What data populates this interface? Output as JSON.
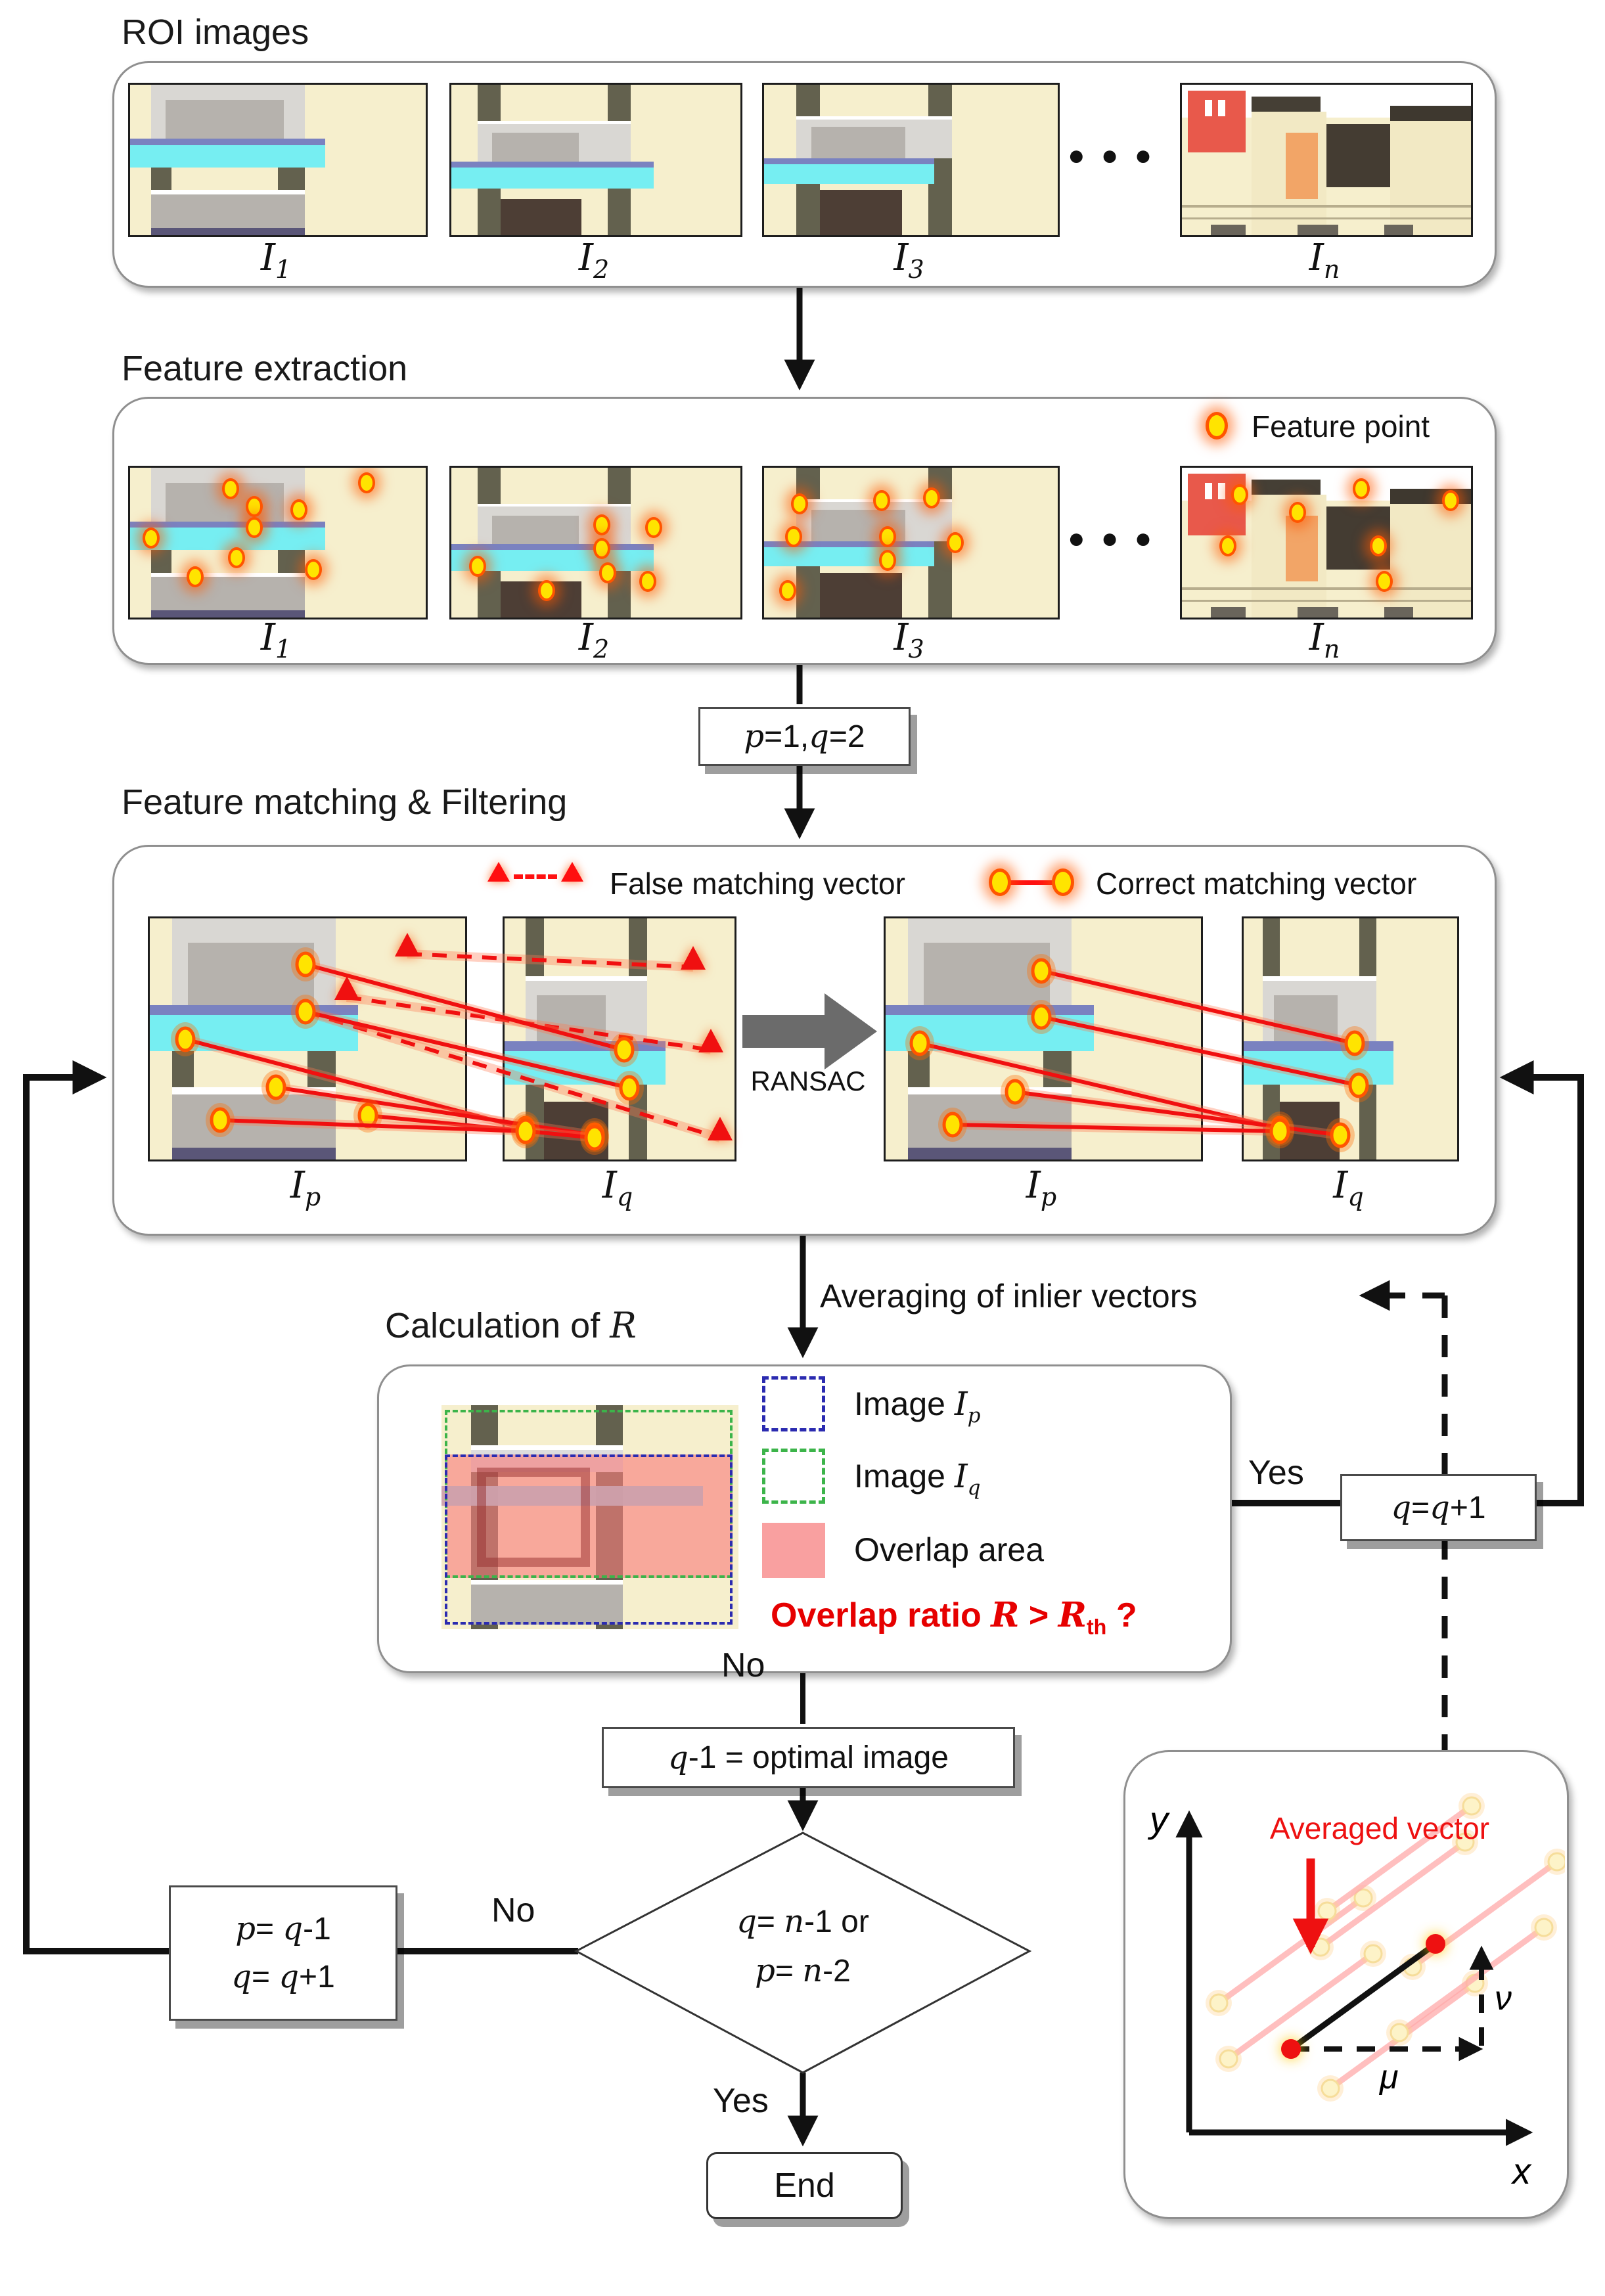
{
  "roi_section": {
    "title": "ROI images",
    "ellipsis": "● ● ●",
    "images": [
      {
        "label": "I_1",
        "variant": "b1"
      },
      {
        "label": "I_2",
        "variant": "b2"
      },
      {
        "label": "I_3",
        "variant": "b3"
      },
      {
        "label": "I_n",
        "variant": "roof"
      }
    ]
  },
  "feature_extraction": {
    "title": "Feature extraction",
    "ellipsis": "● ● ●",
    "legend_label": "Feature point",
    "images": [
      {
        "label": "I_1",
        "variant": "b1",
        "points": [
          [
            34,
            14
          ],
          [
            42,
            26
          ],
          [
            42,
            40
          ],
          [
            57,
            28
          ],
          [
            80,
            10
          ],
          [
            7,
            47
          ],
          [
            36,
            60
          ],
          [
            22,
            73
          ],
          [
            62,
            68
          ]
        ]
      },
      {
        "label": "I_2",
        "variant": "b2",
        "points": [
          [
            52,
            38
          ],
          [
            52,
            54
          ],
          [
            54,
            70
          ],
          [
            9,
            66
          ],
          [
            33,
            82
          ],
          [
            70,
            40
          ],
          [
            68,
            76
          ]
        ]
      },
      {
        "label": "I_3",
        "variant": "b3",
        "points": [
          [
            12,
            24
          ],
          [
            40,
            22
          ],
          [
            57,
            20
          ],
          [
            10,
            46
          ],
          [
            42,
            46
          ],
          [
            42,
            62
          ],
          [
            8,
            82
          ],
          [
            65,
            50
          ]
        ]
      },
      {
        "label": "I_n",
        "variant": "roof",
        "points": [
          [
            20,
            18
          ],
          [
            40,
            30
          ],
          [
            62,
            14
          ],
          [
            93,
            22
          ],
          [
            16,
            52
          ],
          [
            68,
            52
          ],
          [
            70,
            76
          ]
        ]
      }
    ]
  },
  "p_init_box": {
    "label": "p=1, q=2"
  },
  "feature_matching": {
    "title": "Feature matching & Filtering",
    "legend_false": "False matching vector",
    "legend_correct": "Correct matching vector",
    "ransac_label": "RANSAC",
    "images": [
      {
        "label": "I_p",
        "variant": "b1"
      },
      {
        "label": "I_q",
        "variant": "b2"
      },
      {
        "label": "I_p",
        "variant": "b1"
      },
      {
        "label": "I_q",
        "variant": "b2"
      }
    ],
    "left_solid_lines": [
      [
        465,
        1468,
        950,
        1598
      ],
      [
        465,
        1540,
        958,
        1656
      ],
      [
        282,
        1582,
        800,
        1718
      ],
      [
        420,
        1655,
        905,
        1728
      ],
      [
        560,
        1698,
        905,
        1732
      ],
      [
        335,
        1705,
        800,
        1722
      ]
    ],
    "left_dashed_lines": [
      [
        620,
        1452,
        1055,
        1472
      ],
      [
        528,
        1518,
        1082,
        1598
      ],
      [
        465,
        1540,
        1096,
        1732
      ]
    ],
    "left_triangles": [
      [
        620,
        1442
      ],
      [
        528,
        1508
      ],
      [
        1055,
        1462
      ],
      [
        1082,
        1588
      ],
      [
        1096,
        1722
      ]
    ],
    "right_solid_lines": [
      [
        1585,
        1478,
        2062,
        1588
      ],
      [
        1585,
        1548,
        2068,
        1652
      ],
      [
        1400,
        1588,
        1948,
        1718
      ],
      [
        1545,
        1662,
        2040,
        1728
      ],
      [
        1450,
        1712,
        1948,
        1722
      ]
    ]
  },
  "averaging_label": "Averaging of inlier vectors",
  "calculation": {
    "title": "Calculation of R",
    "legend_ip": "Image I_p",
    "legend_iq": "Image I_q",
    "legend_overlap": "Overlap area",
    "question": "Overlap ratio R > R_th ?"
  },
  "labels": {
    "yes1": "Yes",
    "no1": "No",
    "yes2": "Yes",
    "no2": "No"
  },
  "q_inc_box": {
    "label": "q= q +1"
  },
  "optimal_box": {
    "label": "q-1 = optimal image"
  },
  "decision": {
    "line1": "q= n-1 or",
    "line2": "p= n-2"
  },
  "pq_box": {
    "line1": "p= q-1",
    "line2": "q= q+1"
  },
  "end_box": {
    "label": "End"
  },
  "vector_panel": {
    "title": "Averaged vector",
    "x_label": "x",
    "y_label": "y",
    "mu_label": "μ",
    "nu_label": "ν",
    "pale_vectors": [
      [
        1855,
        3049
      ],
      [
        1870,
        3134
      ],
      [
        2025,
        3179
      ],
      [
        2010,
        2964
      ],
      [
        2130,
        3094
      ],
      [
        2150,
        2994
      ],
      [
        2020,
        2909
      ]
    ],
    "black_vector": [
      1965,
      3119,
      2185,
      2959
    ]
  },
  "colors": {
    "accent_red": "#ff1111",
    "point_yellow": "#ffe400",
    "point_ring": "#ff5500",
    "overlap_pink": "#f88f8f",
    "ip_blue": "#2b2bb0",
    "iq_green": "#3cb44a",
    "ransac_gray": "#6b6b6b"
  }
}
